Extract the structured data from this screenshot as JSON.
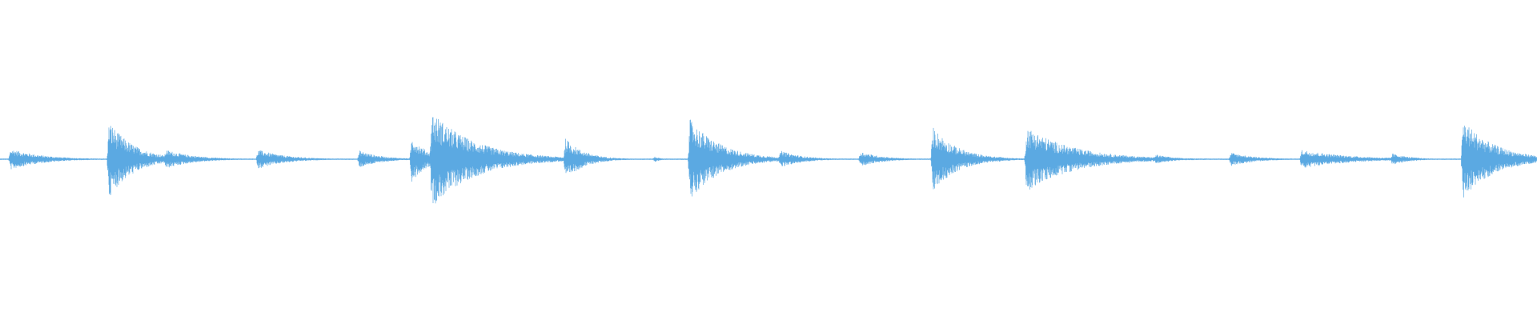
{
  "waveform": {
    "color": "#5ba9e2",
    "background": "#ffffff",
    "transients": [
      {
        "t": 0.007,
        "amp": 0.11,
        "decay": 0.02
      },
      {
        "t": 0.071,
        "amp": 0.4,
        "decay": 0.016
      },
      {
        "t": 0.108,
        "amp": 0.1,
        "decay": 0.018
      },
      {
        "t": 0.168,
        "amp": 0.1,
        "decay": 0.018
      },
      {
        "t": 0.234,
        "amp": 0.09,
        "decay": 0.014
      },
      {
        "t": 0.268,
        "amp": 0.24,
        "decay": 0.01
      },
      {
        "t": 0.281,
        "amp": 0.5,
        "decay": 0.028
      },
      {
        "t": 0.368,
        "amp": 0.22,
        "decay": 0.012
      },
      {
        "t": 0.426,
        "amp": 0.03,
        "decay": 0.004
      },
      {
        "t": 0.449,
        "amp": 0.42,
        "decay": 0.02
      },
      {
        "t": 0.508,
        "amp": 0.09,
        "decay": 0.014
      },
      {
        "t": 0.56,
        "amp": 0.08,
        "decay": 0.014
      },
      {
        "t": 0.607,
        "amp": 0.34,
        "decay": 0.016
      },
      {
        "t": 0.65,
        "amp": 0.03,
        "decay": 0.006
      },
      {
        "t": 0.668,
        "amp": 0.34,
        "decay": 0.03
      },
      {
        "t": 0.737,
        "amp": 0.03,
        "decay": 0.006
      },
      {
        "t": 0.752,
        "amp": 0.05,
        "decay": 0.012
      },
      {
        "t": 0.801,
        "amp": 0.07,
        "decay": 0.016
      },
      {
        "t": 0.847,
        "amp": 0.1,
        "decay": 0.03
      },
      {
        "t": 0.906,
        "amp": 0.06,
        "decay": 0.012
      },
      {
        "t": 0.952,
        "amp": 0.42,
        "decay": 0.02
      }
    ]
  }
}
